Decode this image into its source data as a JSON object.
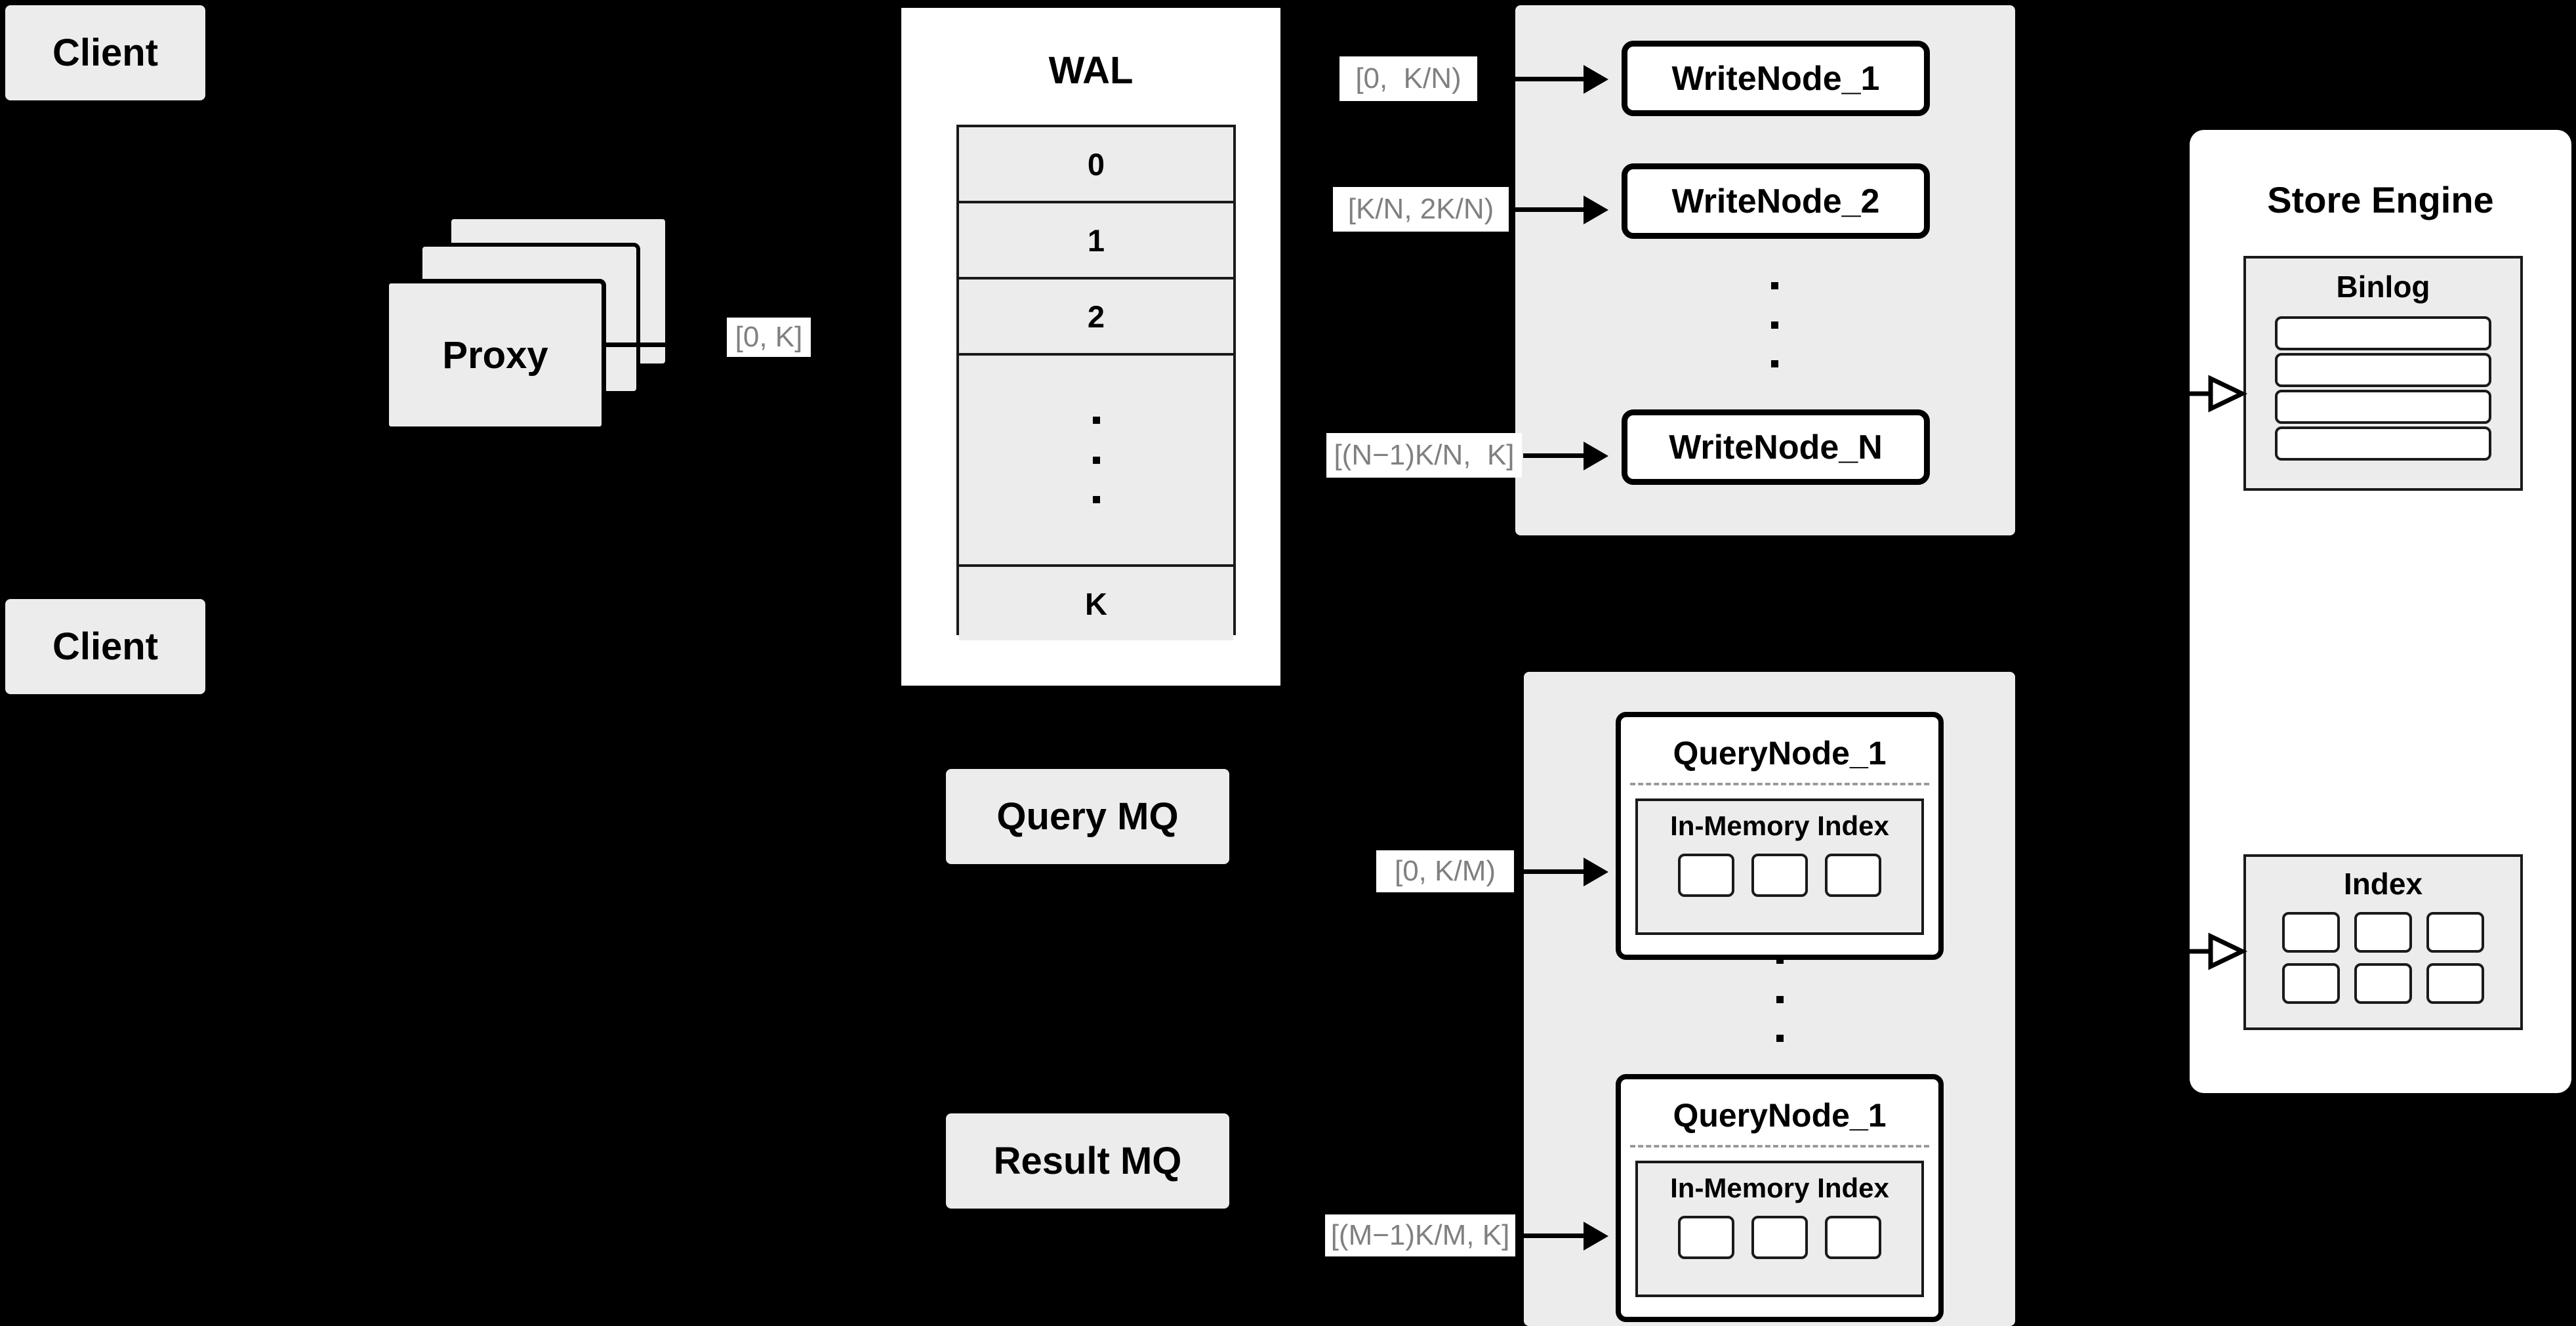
{
  "colors": {
    "background": "#000000",
    "node_fill": "#ECECEC",
    "card_fill": "#FFFFFF",
    "stroke": "#000000",
    "label_text": "#808080",
    "label_fill": "#FFFFFF",
    "divider": "#9A9A9A"
  },
  "clients": [
    {
      "label": "Client"
    },
    {
      "label": "Client"
    }
  ],
  "proxy": {
    "label": "Proxy",
    "stack_count": 3
  },
  "proxy_to_wal_label": "[0, K]",
  "wal": {
    "title": "WAL",
    "rows": [
      "0",
      "1",
      "2",
      "",
      "K"
    ],
    "ellipsis_row_index": 3,
    "ellipsis_dots": 3
  },
  "write_group": {
    "nodes": [
      {
        "label": "WriteNode_1",
        "range": "[0,  K/N)"
      },
      {
        "label": "WriteNode_2",
        "range": "[K/N, 2K/N)"
      },
      {
        "label": "WriteNode_N",
        "range": "[(N−1)K/N,  K]"
      }
    ],
    "ellipsis_dots": 3
  },
  "query_mq": {
    "label": "Query MQ"
  },
  "result_mq": {
    "label": "Result MQ"
  },
  "query_group": {
    "nodes": [
      {
        "label": "QueryNode_1",
        "range": "[0, K/M)",
        "index": {
          "title": "In-Memory Index",
          "cells": 3
        }
      },
      {
        "label": "QueryNode_1",
        "range": "[(M−1)K/M, K]",
        "index": {
          "title": "In-Memory Index",
          "cells": 3
        }
      }
    ],
    "ellipsis_dots": 3
  },
  "store_engine": {
    "title": "Store Engine",
    "binlog": {
      "title": "Binlog",
      "bars": 4
    },
    "index": {
      "title": "Index",
      "rows": 2,
      "cols": 3,
      "cells": 6
    }
  }
}
